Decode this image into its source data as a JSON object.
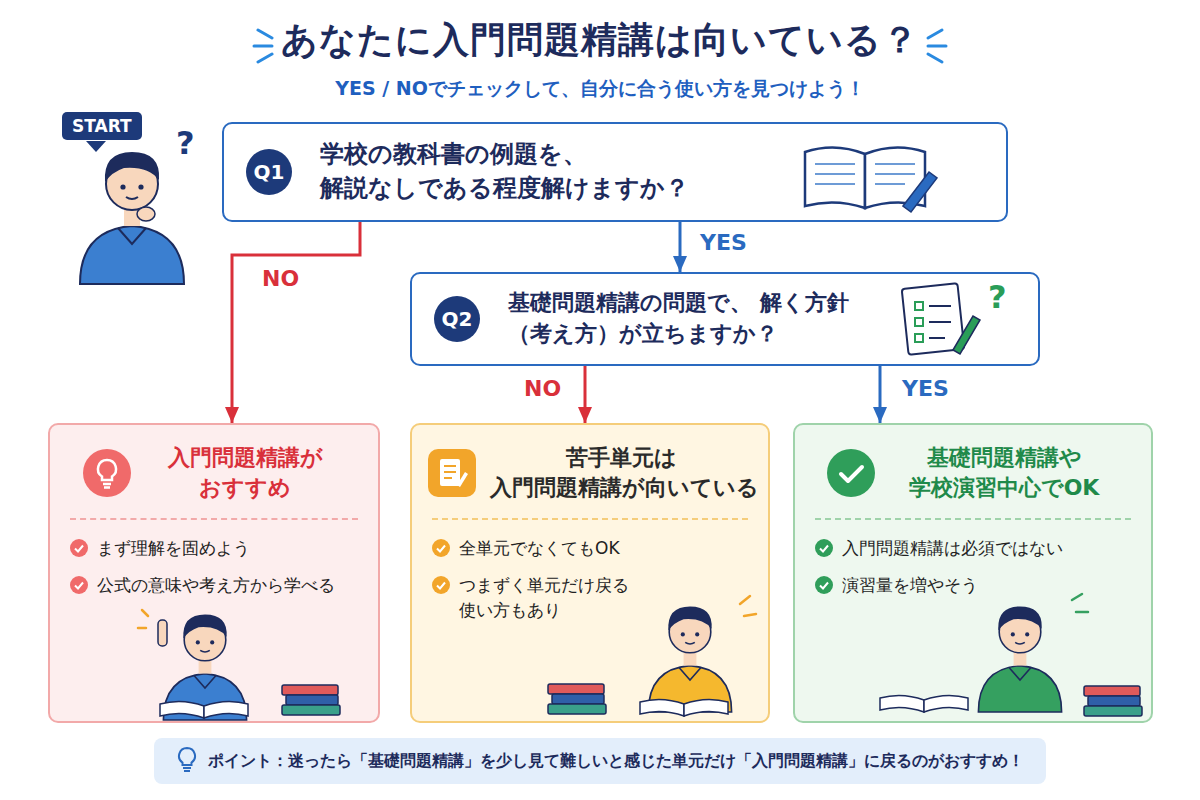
{
  "diagram": {
    "title": "あなたに入門問題精講は向いている？",
    "nodes": [
      {
        "text": [
          "START"
        ]
      },
      {
        "text": [
          "Q1",
          "学校の教科書の例題を、 解説なしである程度解けますか？"
        ]
      },
      {
        "text": [
          "Q2",
          "基礎問題精講の問題で、 解く方針（考え方）が立ちますか？"
        ]
      },
      {
        "text": [
          "入門問題精講が おすすめ",
          "まず理解を固めよう",
          "公式の意味や考え方から学べる"
        ]
      },
      {
        "text": [
          "苦手単元は 入門問題精講が向いている",
          "全単元でなくてもOK",
          "つまずく単元だけ戻る 使い方もあり"
        ]
      },
      {
        "text": [
          "基礎問題精講や 学校演習中心でOK",
          "入門問題精講は必須ではない",
          "演習量を増やそう"
        ]
      },
      {
        "text": [
          "ポイント：迷ったら「基礎問題精講」を少し見て難しいと感じた単元だけ「入門問題精講」に戻るのがおすすめ！"
        ]
      }
    ],
    "edges": [
      {
        "from": 1,
        "to": 3,
        "label": "NO",
        "arrow": "to"
      },
      {
        "from": 1,
        "to": 2,
        "label": "YES",
        "arrow": "to"
      },
      {
        "from": 2,
        "to": 4,
        "label": "NO",
        "arrow": "to"
      },
      {
        "from": 2,
        "to": 5,
        "label": "YES",
        "arrow": "to"
      }
    ],
    "labels": [
      "YES / NOでチェックして、自分に合う使い方を見つけよう！",
      "?",
      "?"
    ]
  }
}
